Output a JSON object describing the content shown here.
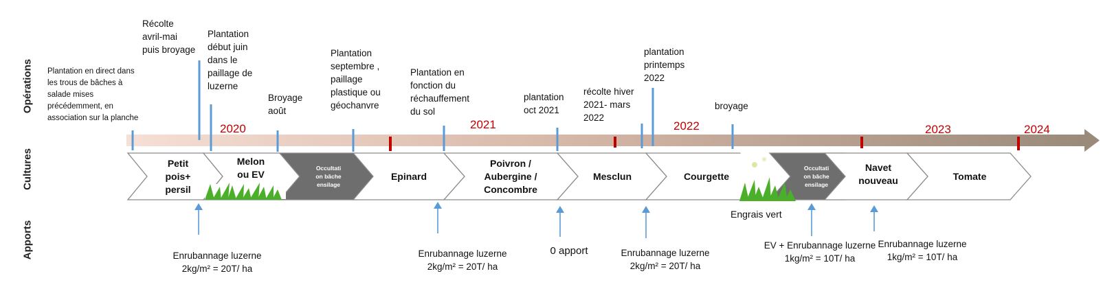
{
  "rows": {
    "operations": "Opérations",
    "cultures": "Cultures",
    "apports": "Apports"
  },
  "colors": {
    "timeline_start": "#f6dfd5",
    "timeline_end": "#9a8a7a",
    "tick": "#5b9bd5",
    "year_marker": "#c00000",
    "chevron_fill": "#ffffff",
    "chevron_dark": "#6e6e6e",
    "chevron_stroke": "#8a8a8a",
    "grass": "#4caf2a",
    "year_text": "#c00000"
  },
  "years": [
    "2020",
    "2021",
    "2022",
    "2023",
    "2024"
  ],
  "operations": [
    "Plantation en direct dans\nles trous de bâches à\nsalade mises\nprécédemment,  en\nassociation sur la planche",
    "Récolte\navril-mai\npuis broyage",
    "Plantation\ndébut juin\ndans le\npaillage de\nluzerne",
    "Broyage\naoût",
    "Plantation\nseptembre ,\npaillage\nplastique ou\ngéochanvre",
    "Plantation en\nfonction du\nréchauffement\ndu sol",
    "plantation\noct 2021",
    "récolte hiver\n2021- mars\n2022",
    "plantation\nprintemps\n2022",
    "broyage"
  ],
  "crops": [
    "Petit\npois+\npersil",
    "Melon\nou EV",
    "Occultati\non bâche\nensilage",
    "Epinard",
    "Poivron /\nAubergine /\nConcombre",
    "Mesclun",
    "Courgette",
    "Occultati\non bâche\nensilage",
    "Navet\nnouveau",
    "Tomate"
  ],
  "engrais_vert": "Engrais vert",
  "apports": [
    "Enrubannage  luzerne\n2kg/m² = 20T/ ha",
    "Enrubannage  luzerne\n2kg/m² = 20T/ ha",
    "0 apport",
    "Enrubannage  luzerne\n2kg/m² = 20T/ ha",
    "EV + Enrubannage luzerne\n1kg/m² = 10T/ ha",
    "Enrubannage luzerne\n1kg/m² = 10T/ ha"
  ]
}
